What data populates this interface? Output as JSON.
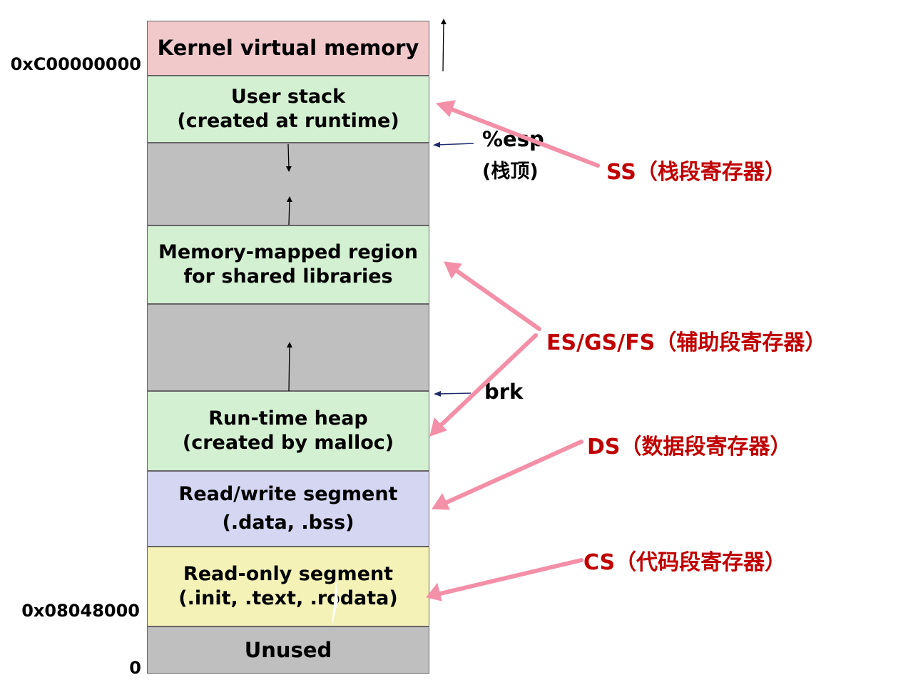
{
  "colors": {
    "kernel": "#f2c9cb",
    "green": "#d4f0d2",
    "gray": "#bfbfbf",
    "rw": "#d4d6f2",
    "ro": "#f5f2b8",
    "register_red": "#c00000",
    "arrow_pink": "#f48fa8",
    "pointer_navy": "#1f2a6b"
  },
  "segments": {
    "kernel": "Kernel virtual memory",
    "user_stack": {
      "line1": "User stack",
      "line2": "(created at runtime)"
    },
    "mmap": {
      "line1": "Memory-mapped region",
      "line2": "for shared libraries"
    },
    "heap": {
      "line1": "Run-time heap",
      "line2": "(created by malloc)"
    },
    "rw": {
      "line1": "Read/write segment",
      "line2": "(.data, .bss)"
    },
    "ro": {
      "line1": "Read-only segment",
      "line2": "(.init, .text, .rodata)"
    },
    "unused": "Unused"
  },
  "addresses": {
    "top": "0xC00000000",
    "text_start": "0x08048000",
    "zero": "0"
  },
  "pointers": {
    "esp_line1": "%esp",
    "esp_line2": "(栈顶)",
    "brk": "brk"
  },
  "registers": {
    "ss": "SS（栈段寄存器）",
    "es_gs_fs": "ES/GS/FS（辅助段寄存器）",
    "ds": "DS（数据段寄存器）",
    "cs": "CS（代码段寄存器）"
  }
}
